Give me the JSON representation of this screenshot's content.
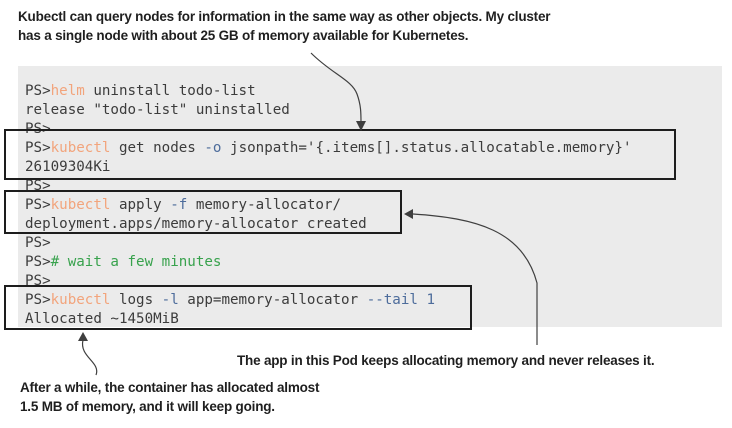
{
  "colors": {
    "page_bg": "#ffffff",
    "terminal_bg": "#ebebeb",
    "terminal_text": "#3c3c3c",
    "command": "#f2a47c",
    "flag": "#4d6c9b",
    "comment": "#38a24d",
    "box_border": "#1d1d1d",
    "annotation_text": "#1f1f1f",
    "arrow": "#3f3f3f"
  },
  "annotations": {
    "top_line1": "Kubectl can query nodes for information in the same way as other objects. My cluster",
    "top_line2": "has a single node with about 25 GB of memory available for Kubernetes.",
    "right": "The app in this Pod keeps allocating memory and never releases it.",
    "bottom_line1": "After a while, the container has allocated almost",
    "bottom_line2": "1.5 MB of memory, and it will keep going."
  },
  "terminal": {
    "lines": [
      {
        "segments": [
          {
            "text": "PS>",
            "role": "plain"
          },
          {
            "text": "helm",
            "role": "command"
          },
          {
            "text": " uninstall todo-list",
            "role": "plain"
          }
        ]
      },
      {
        "segments": [
          {
            "text": "release \"todo-list\" uninstalled",
            "role": "plain"
          }
        ]
      },
      {
        "segments": [
          {
            "text": "PS>",
            "role": "plain"
          }
        ]
      },
      {
        "segments": [
          {
            "text": "PS>",
            "role": "plain"
          },
          {
            "text": "kubectl",
            "role": "command"
          },
          {
            "text": " get nodes ",
            "role": "plain"
          },
          {
            "text": "-o",
            "role": "flag"
          },
          {
            "text": " jsonpath='{.items[].status.allocatable.memory}'",
            "role": "plain"
          }
        ]
      },
      {
        "segments": [
          {
            "text": "26109304Ki",
            "role": "plain"
          }
        ]
      },
      {
        "segments": [
          {
            "text": "PS>",
            "role": "plain"
          }
        ]
      },
      {
        "segments": [
          {
            "text": "PS>",
            "role": "plain"
          },
          {
            "text": "kubectl",
            "role": "command"
          },
          {
            "text": " apply ",
            "role": "plain"
          },
          {
            "text": "-f",
            "role": "flag"
          },
          {
            "text": " memory-allocator/",
            "role": "plain"
          }
        ]
      },
      {
        "segments": [
          {
            "text": "deployment.apps/memory-allocator created",
            "role": "plain"
          }
        ]
      },
      {
        "segments": [
          {
            "text": "PS>",
            "role": "plain"
          }
        ]
      },
      {
        "segments": [
          {
            "text": "PS>",
            "role": "plain"
          },
          {
            "text": "# wait a few minutes",
            "role": "comment"
          }
        ]
      },
      {
        "segments": [
          {
            "text": "PS>",
            "role": "plain"
          }
        ]
      },
      {
        "segments": [
          {
            "text": "PS>",
            "role": "plain"
          },
          {
            "text": "kubectl",
            "role": "command"
          },
          {
            "text": " logs ",
            "role": "plain"
          },
          {
            "text": "-l",
            "role": "flag"
          },
          {
            "text": " app=memory-allocator ",
            "role": "plain"
          },
          {
            "text": "--tail",
            "role": "flag"
          },
          {
            "text": " ",
            "role": "plain"
          },
          {
            "text": "1",
            "role": "flag"
          }
        ]
      },
      {
        "segments": [
          {
            "text": "Allocated ~1450MiB",
            "role": "plain"
          }
        ]
      }
    ]
  }
}
